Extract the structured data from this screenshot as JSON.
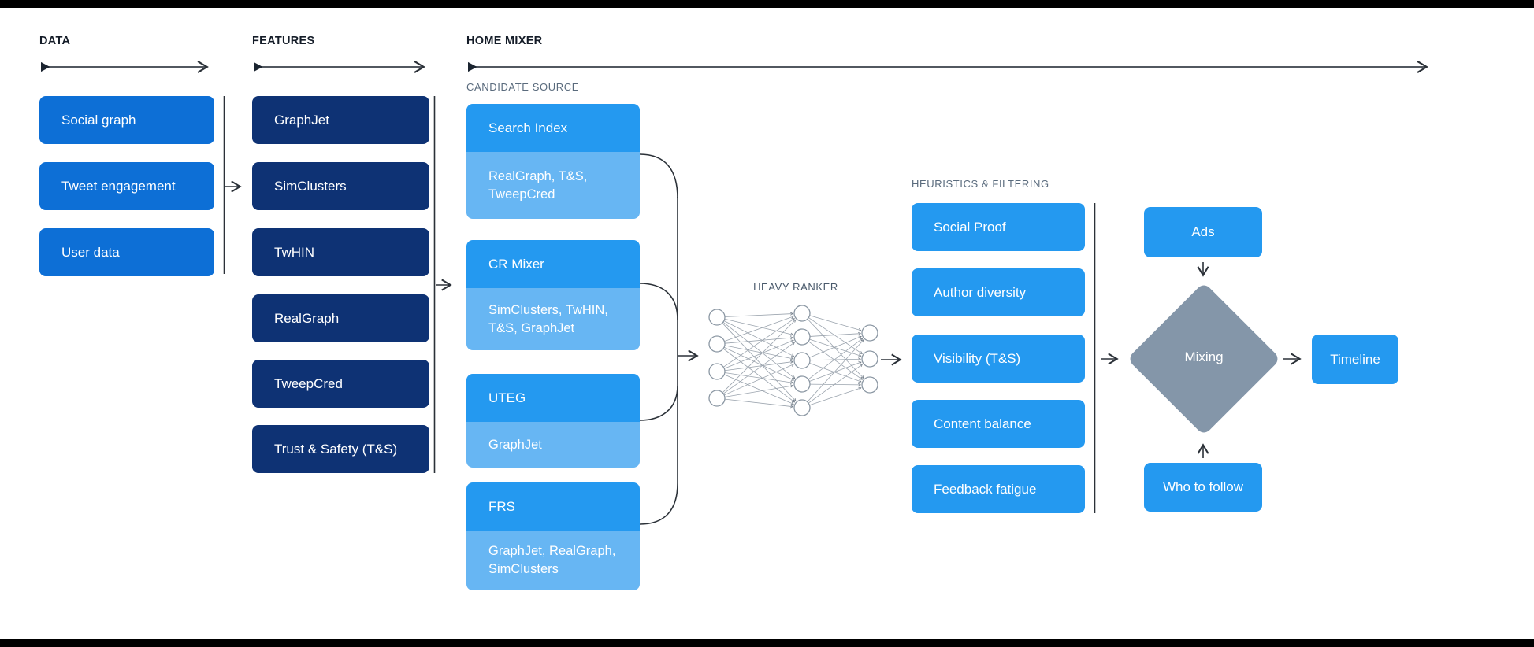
{
  "colors": {
    "data_box": "#0d6fd6",
    "feature_box": "#0e3274",
    "bright_box": "#2499f0",
    "light_sub_box": "#67b6f3",
    "diamond": "#8496a9",
    "section_label": "#141c28",
    "sub_label": "#5a6b7d",
    "connector": "#2b3138",
    "background": "#ffffff"
  },
  "sections": {
    "data": {
      "label": "DATA",
      "items": [
        "Social graph",
        "Tweet engagement",
        "User data"
      ]
    },
    "features": {
      "label": "FEATURES",
      "items": [
        "GraphJet",
        "SimClusters",
        "TwHIN",
        "RealGraph",
        "TweepCred",
        "Trust & Safety (T&S)"
      ]
    },
    "home_mixer": {
      "label": "HOME MIXER",
      "candidate_source": {
        "label": "CANDIDATE SOURCE",
        "groups": [
          {
            "name": "Search Index",
            "sources": "RealGraph, T&S, TweepCred"
          },
          {
            "name": "CR Mixer",
            "sources": "SimClusters, TwHIN, T&S, GraphJet"
          },
          {
            "name": "UTEG",
            "sources": "GraphJet"
          },
          {
            "name": "FRS",
            "sources": "GraphJet, RealGraph, SimClusters"
          }
        ]
      },
      "heavy_ranker": {
        "label": "HEAVY RANKER"
      },
      "heuristics": {
        "label": "HEURISTICS & FILTERING",
        "items": [
          "Social Proof",
          "Author diversity",
          "Visibility (T&S)",
          "Content balance",
          "Feedback fatigue"
        ]
      },
      "mixing": {
        "ads": "Ads",
        "diamond": "Mixing",
        "who_to_follow": "Who to follow",
        "timeline": "Timeline"
      }
    }
  }
}
